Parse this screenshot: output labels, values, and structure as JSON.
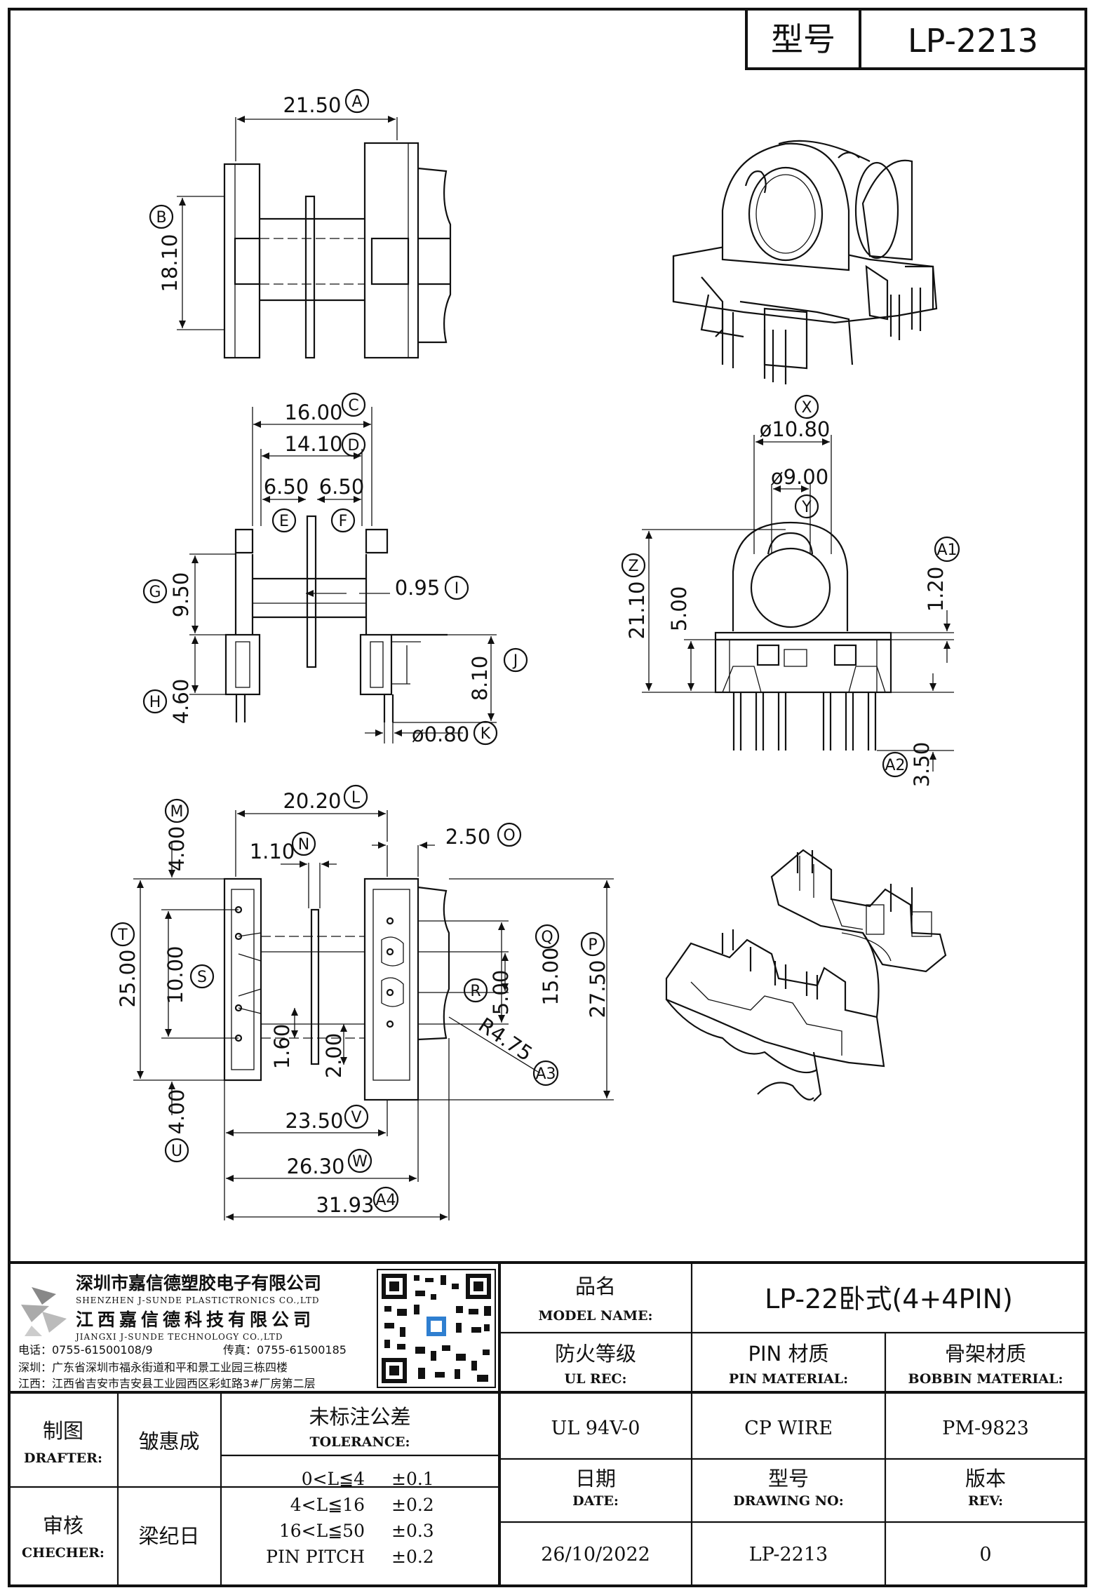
{
  "header": {
    "model_label": "型号",
    "model_value": "LP-2213"
  },
  "dims": {
    "A": "21.50",
    "B": "18.10",
    "C": "16.00",
    "D": "14.10",
    "E": "6.50",
    "F": "6.50",
    "G": "9.50",
    "H": "4.60",
    "I": "0.95",
    "J": "8.10",
    "K": "ø0.80",
    "X": "ø10.80",
    "Y": "ø9.00",
    "Z": "21.10",
    "Z2": "5.00",
    "A1": "1.20",
    "A2": "3.50",
    "L": "20.20",
    "M": "4.00",
    "N": "1.10",
    "O": "2.50",
    "T": "25.00",
    "S": "10.00",
    "Q": "15.00",
    "P": "27.50",
    "R": "5.00",
    "R2": "1.60",
    "R3": "2.00",
    "A3": "R4.75",
    "U": "4.00",
    "V": "23.50",
    "W": "26.30",
    "A4": "31.93"
  },
  "callouts": {
    "A": "A",
    "B": "B",
    "C": "C",
    "D": "D",
    "E": "E",
    "F": "F",
    "G": "G",
    "H": "H",
    "I": "I",
    "J": "J",
    "K": "K",
    "X": "X",
    "Y": "Y",
    "Z": "Z",
    "A1": "A1",
    "A2": "A2",
    "L": "L",
    "M": "M",
    "N": "N",
    "O": "O",
    "T": "T",
    "S": "S",
    "Q": "Q",
    "P": "P",
    "R": "R",
    "A3": "A3",
    "U": "U",
    "V": "V",
    "W": "W",
    "A4": "A4"
  },
  "company": {
    "name_cn": "深圳市嘉信德塑胶电子有限公司",
    "name_en": "SHENZHEN J-SUNDE PLASTICTRONICS CO.,LTD",
    "name2_cn": "江西嘉信德科技有限公司",
    "name2_en": "JIANGXI J-SUNDE TECHNOLOGY CO.,LTD",
    "phone": "电话：0755-61500108/9",
    "fax": "传真：0755-61500185",
    "addr1": "深圳：广东省深圳市福永街道和平和景工业园三栋四楼",
    "addr2": "江西：江西省吉安市吉安县工业园西区彩虹路3#厂房第二层"
  },
  "titleblock": {
    "model_name_cn": "品名",
    "model_name_en": "MODEL NAME:",
    "model_name_value": "LP-22卧式(4+4PIN)",
    "ul_cn": "防火等级",
    "ul_en": "UL REC:",
    "pin_cn": "PIN 材质",
    "pin_en": "PIN MATERIAL:",
    "bobbin_cn": "骨架材质",
    "bobbin_en": "BOBBIN MATERIAL:",
    "drafter_cn": "制图",
    "drafter_en": "DRAFTER:",
    "drafter_name": "皱惠成",
    "checker_cn": "审核",
    "checker_en": "CHECHER:",
    "checker_name": "梁纪日",
    "tol_cn": "未标注公差",
    "tol_en": "TOLERANCE:",
    "tolerances": [
      {
        "range": "0<L≦4",
        "value": "±0.1"
      },
      {
        "range": "4<L≦16",
        "value": "±0.2"
      },
      {
        "range": "16<L≦50",
        "value": "±0.3"
      },
      {
        "range": "PIN PITCH",
        "value": "±0.2"
      }
    ],
    "ul_value": "UL 94V-0",
    "pin_value": "CP WIRE",
    "bobbin_value": "PM-9823",
    "date_cn": "日期",
    "date_en": "DATE:",
    "drawing_cn": "型号",
    "drawing_en": "DRAWING NO:",
    "rev_cn": "版本",
    "rev_en": "REV:",
    "date_value": "26/10/2022",
    "drawing_value": "LP-2213",
    "rev_value": "0"
  }
}
